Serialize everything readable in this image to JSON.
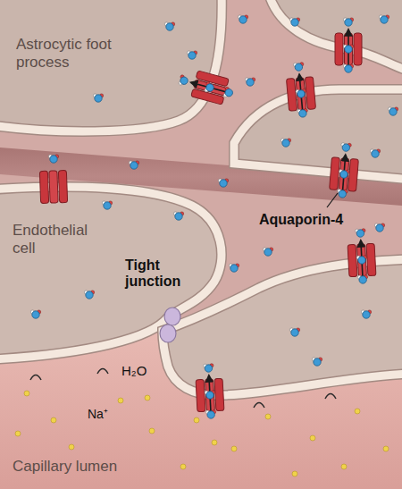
{
  "diagram": {
    "labels": [
      "Astrocytic foot process",
      "Aquaporin-4",
      "Endothelial cell",
      "Tight junction",
      "H₂O",
      "Na⁺",
      "Capillary lumen"
    ]
  }
}
